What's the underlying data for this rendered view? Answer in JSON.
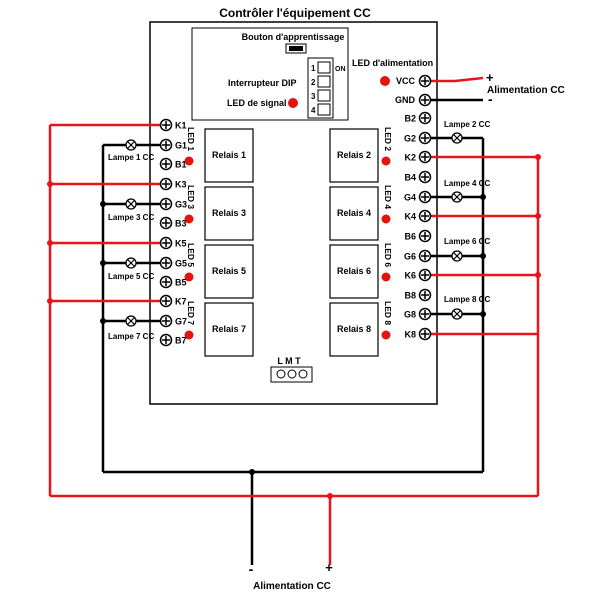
{
  "title": "Contrôler  l'équipement CC",
  "learn_button_label": "Bouton d'apprentissage",
  "dip_switch_label": "Interrupteur DIP",
  "dip_on_label": "ON",
  "dip_numbers": [
    "1",
    "2",
    "3",
    "4"
  ],
  "signal_led_label": "LED de signal",
  "power_led_label": "LED d'alimentation",
  "vcc_label": "VCC",
  "gnd_label": "GND",
  "power_right_label": "Alimentation CC",
  "power_bottom_label": "Alimentation CC",
  "plus_sign": "+",
  "minus_sign": "-",
  "lmt_label": "L  M  T",
  "left_terminals": [
    "K1",
    "G1",
    "B1",
    "K3",
    "G3",
    "B3",
    "K5",
    "G5",
    "B5",
    "K7",
    "G7",
    "B7"
  ],
  "right_terminals": [
    "B2",
    "G2",
    "K2",
    "B4",
    "G4",
    "K4",
    "B6",
    "G6",
    "K6",
    "B8",
    "G8",
    "K8"
  ],
  "relays_left": [
    "Relais 1",
    "Relais 3",
    "Relais 5",
    "Relais 7"
  ],
  "relays_right": [
    "Relais 2",
    "Relais 4",
    "Relais 6",
    "Relais 8"
  ],
  "leds_left": [
    "LED 1",
    "LED 3",
    "LED 5",
    "LED 7"
  ],
  "leds_right": [
    "LED 2",
    "LED 4",
    "LED 6",
    "LED 8"
  ],
  "lamps_left": [
    "Lampe 1 CC",
    "Lampe 3 CC",
    "Lampe 5 CC",
    "Lampe 7 CC"
  ],
  "lamps_right": [
    "Lampe 2 CC",
    "Lampe 4 CC",
    "Lampe 6 CC",
    "Lampe 8 CC"
  ],
  "colors": {
    "positive": "#e8141b",
    "negative": "#000000",
    "led": "#e2140f"
  }
}
